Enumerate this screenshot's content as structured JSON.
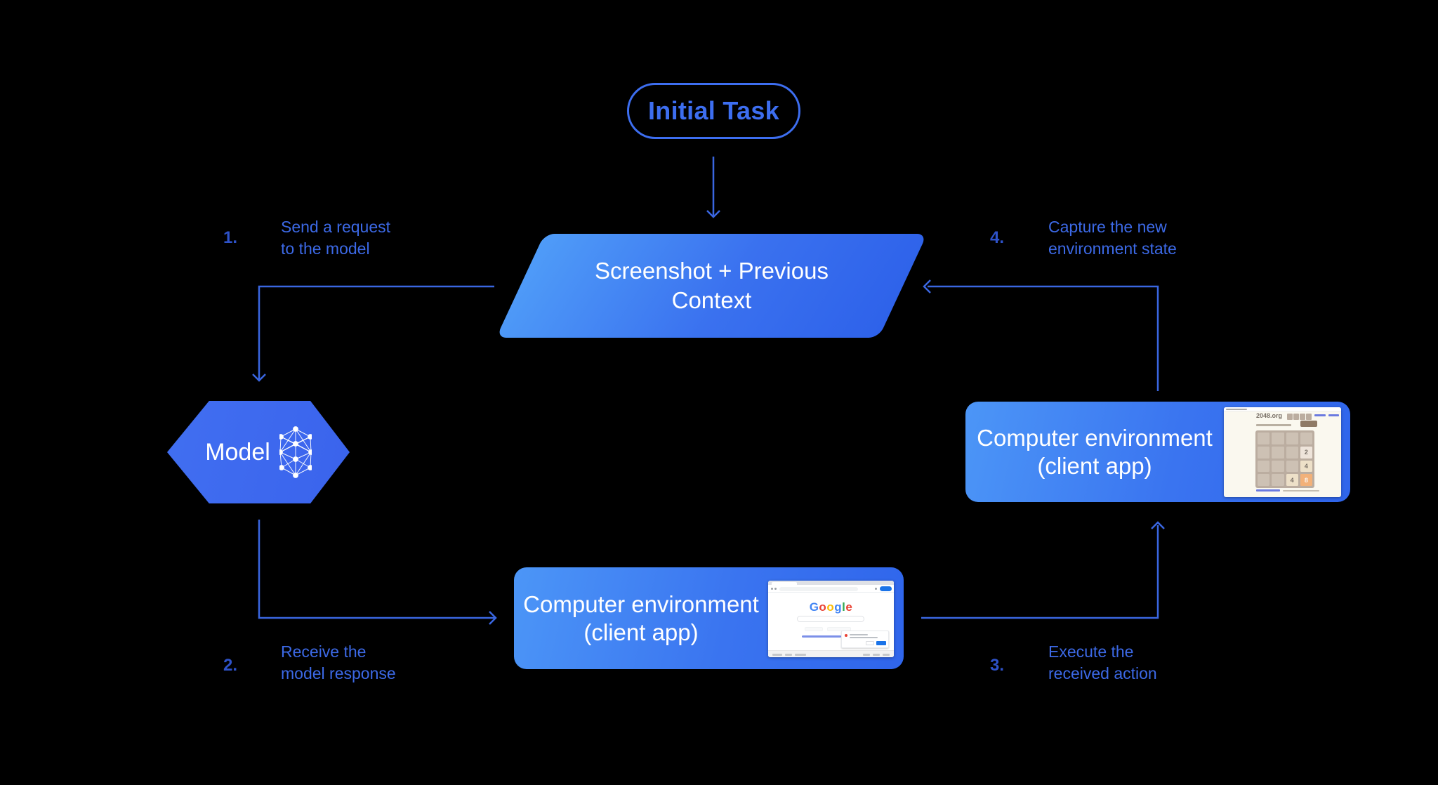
{
  "colors": {
    "background": "#000000",
    "connector_line": "#3A66E0",
    "step_number": "#2E52C9",
    "step_text": "#3C69E6",
    "pill_blue": "#3D6EF0",
    "shape_gradient_start": "#4F9CF8",
    "shape_gradient_end": "#2E62EA",
    "hexagon_blue": "#3E6AEF",
    "shape_text": "#FFFFFF",
    "google_logo": [
      "#4285F4",
      "#EA4335",
      "#FBBC05",
      "#4285F4",
      "#34A853",
      "#EA4335"
    ],
    "tile_2_bg": "#EEE4DA",
    "tile_4_bg": "#EDE0C8",
    "tile_8_bg": "#F2B179",
    "game_board_bg": "#BBADA0"
  },
  "pill": {
    "label": "Initial Task"
  },
  "parallelogram": {
    "line1": "Screenshot + Previous",
    "line2": "Context"
  },
  "model": {
    "label": "Model"
  },
  "env_bottom": {
    "line1": "Computer environment",
    "line2": "(client app)",
    "mini": {
      "logo_letters": [
        "G",
        "o",
        "o",
        "g",
        "l",
        "e"
      ]
    }
  },
  "env_right": {
    "line1": "Computer environment",
    "line2": "(client app)",
    "mini": {
      "site": "2048.org",
      "tiles": [
        "2",
        "4",
        "4",
        "8"
      ]
    }
  },
  "steps": [
    {
      "num": "1.",
      "line1": "Send a request",
      "line2": "to the model"
    },
    {
      "num": "2.",
      "line1": "Receive the",
      "line2": "model response"
    },
    {
      "num": "3.",
      "line1": "Execute the",
      "line2": "received action"
    },
    {
      "num": "4.",
      "line1": "Capture the new",
      "line2": "environment state"
    }
  ]
}
